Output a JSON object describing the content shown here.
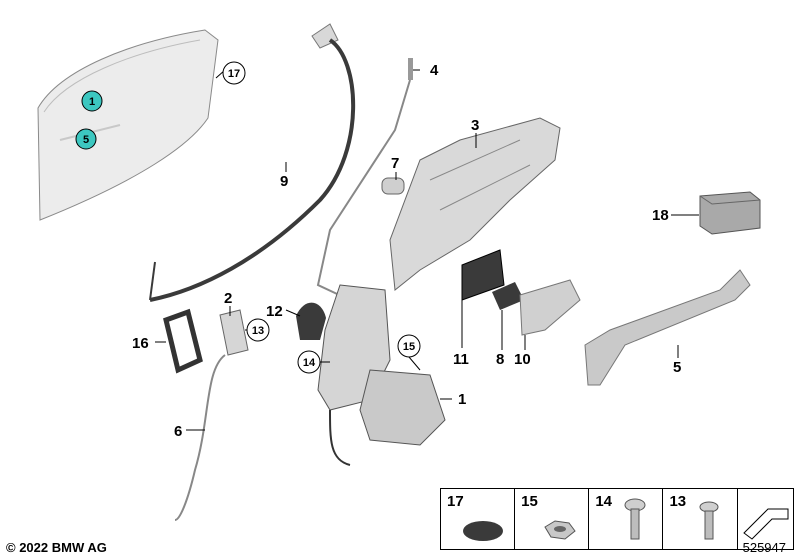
{
  "callouts": [
    {
      "id": "c1",
      "label": "1"
    },
    {
      "id": "c2",
      "label": "2"
    },
    {
      "id": "c3",
      "label": "3"
    },
    {
      "id": "c4",
      "label": "4"
    },
    {
      "id": "c5",
      "label": "5"
    },
    {
      "id": "c6",
      "label": "6"
    },
    {
      "id": "c7",
      "label": "7"
    },
    {
      "id": "c8",
      "label": "8"
    },
    {
      "id": "c9",
      "label": "9"
    },
    {
      "id": "c10",
      "label": "10"
    },
    {
      "id": "c11",
      "label": "11"
    },
    {
      "id": "c12",
      "label": "12"
    },
    {
      "id": "c13",
      "label": "13"
    },
    {
      "id": "c14",
      "label": "14"
    },
    {
      "id": "c15",
      "label": "15"
    },
    {
      "id": "c16",
      "label": "16"
    },
    {
      "id": "c17",
      "label": "17"
    },
    {
      "id": "c18",
      "label": "18"
    }
  ],
  "door_markers": [
    {
      "label": "1"
    },
    {
      "label": "5"
    }
  ],
  "legend_strip": [
    {
      "label": "17",
      "icon": "plug-icon"
    },
    {
      "label": "15",
      "icon": "nut-icon"
    },
    {
      "label": "14",
      "icon": "torx-screw-icon"
    },
    {
      "label": "13",
      "icon": "screw-icon"
    },
    {
      "label": "",
      "icon": "arrow-corner-icon"
    }
  ],
  "footer": {
    "copyright": "© 2022 BMW AG",
    "image_number": "525947"
  },
  "colors": {
    "part_fill": "#e6e6e6",
    "part_stroke": "#666666",
    "door_marker": "#3cc7c0"
  }
}
